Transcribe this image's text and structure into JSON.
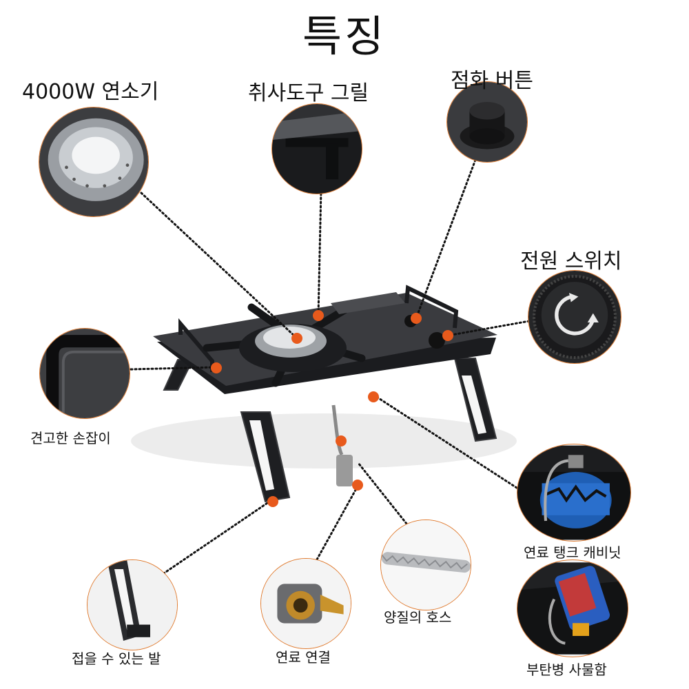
{
  "title": "특징",
  "features": {
    "burner": "4000W 연소기",
    "grill": "취사도구 그릴",
    "ignition": "점화 버튼",
    "power": "전원 스위치",
    "handle": "견고한 손잡이",
    "cabinet": "연료 탱크 캐비닛",
    "butane": "부탄병 사물함",
    "hose": "양질의 호스",
    "fuel": "연료 연결",
    "feet": "접을 수 있는 발"
  },
  "colors": {
    "accent": "#e85a1c",
    "ring": "#e07a2e",
    "stove": "#2a2b2e"
  }
}
